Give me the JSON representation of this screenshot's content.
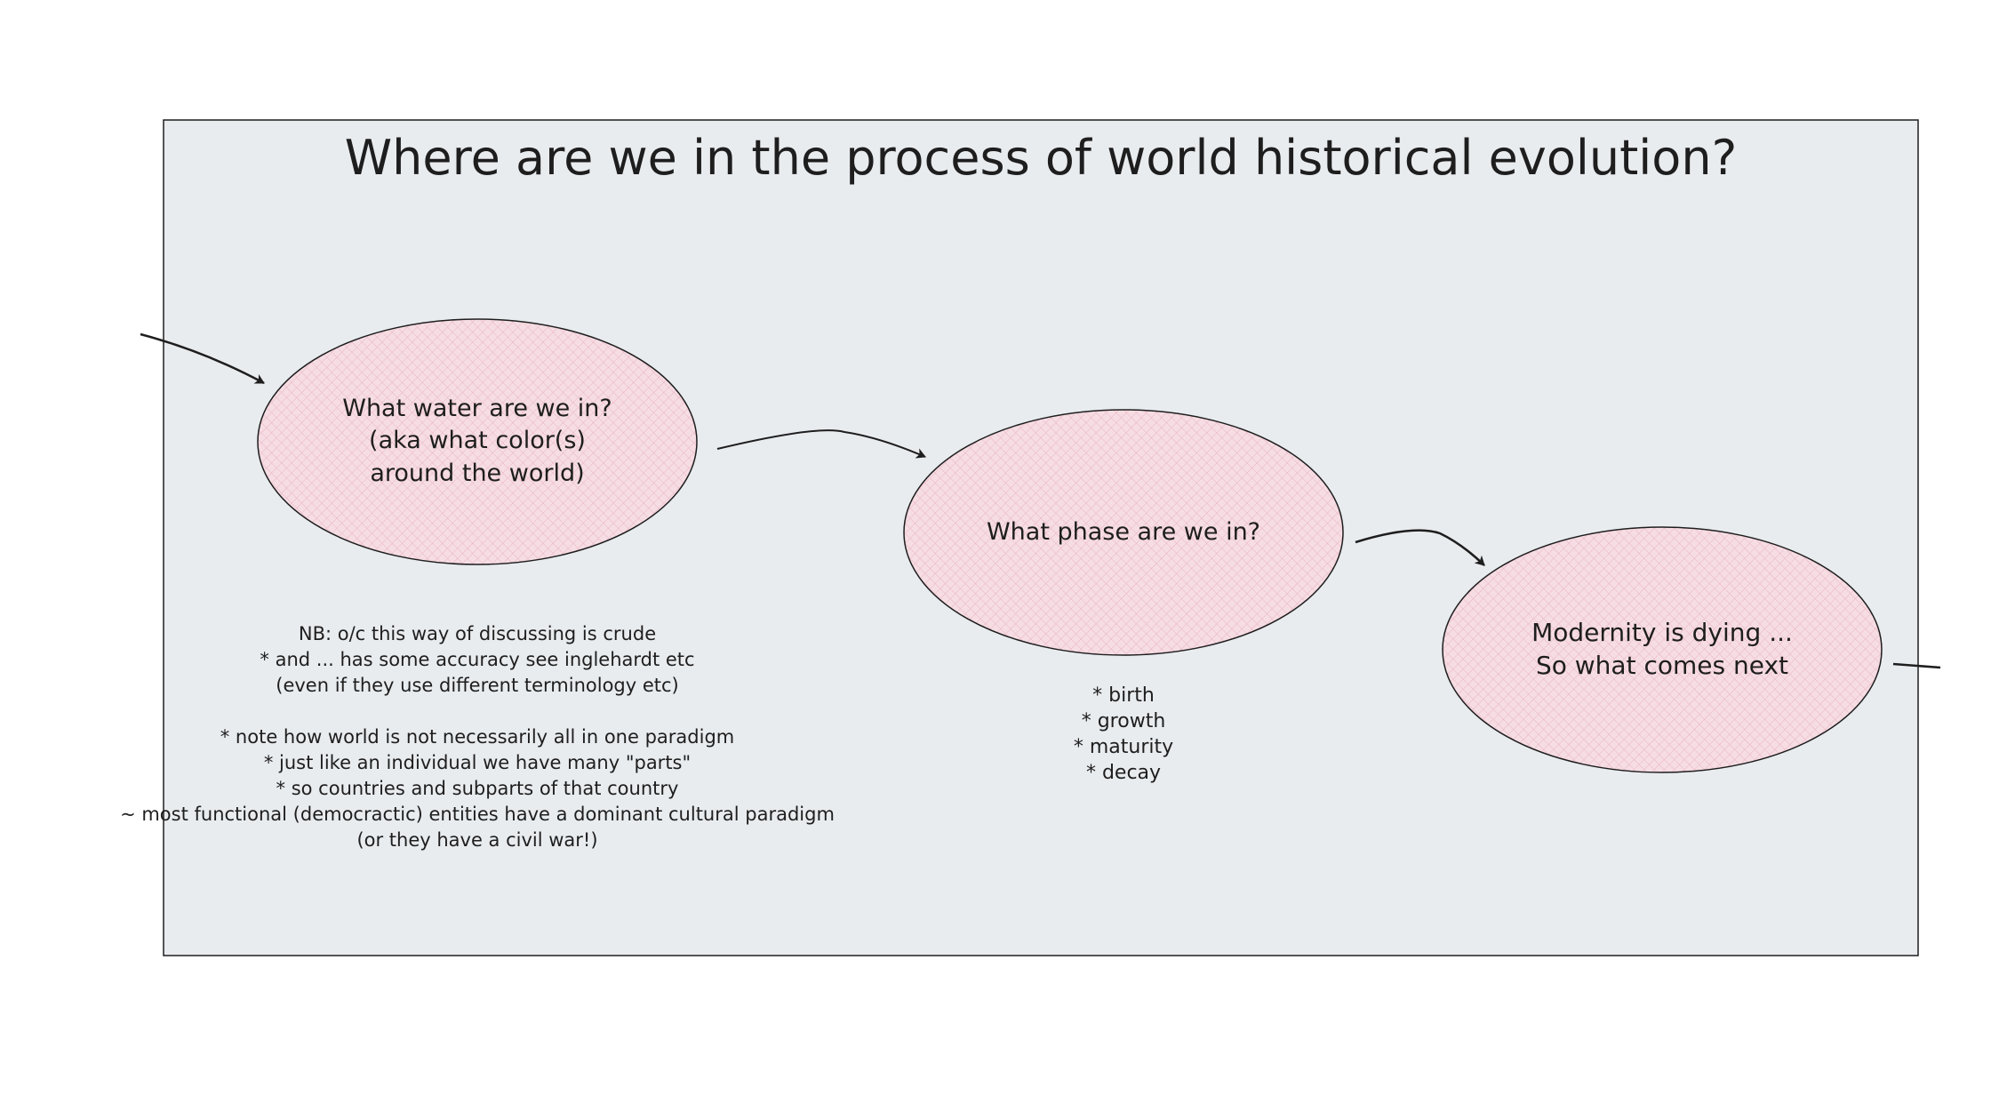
{
  "title": "Where are we in the process of world historical evolution?",
  "colors": {
    "frame_fill": "#e9ecef",
    "node_fill": "#f6dde4",
    "hatch": "#e8a9bb",
    "stroke": "#1e1e1e"
  },
  "nodes": [
    {
      "lines": [
        "What water are we in?",
        "(aka what color(s)",
        "around the world)"
      ]
    },
    {
      "lines": [
        "What phase are we in?"
      ]
    },
    {
      "lines": [
        "Modernity is dying ...",
        "So what comes next"
      ]
    }
  ],
  "notes": [
    "NB: o/c this way of discussing is crude",
    "* and ... has some accuracy see inglehardt etc",
    "(even if they use different terminology etc)",
    "",
    "* note how world is not necessarily all in one paradigm",
    "* just like an individual we have many \"parts\"",
    "* so countries and subparts of that country",
    "~ most functional (democractic) entities have a dominant cultural paradigm",
    "(or they have a civil war!)"
  ],
  "phases": [
    "* birth",
    "* growth",
    "* maturity",
    "* decay"
  ]
}
